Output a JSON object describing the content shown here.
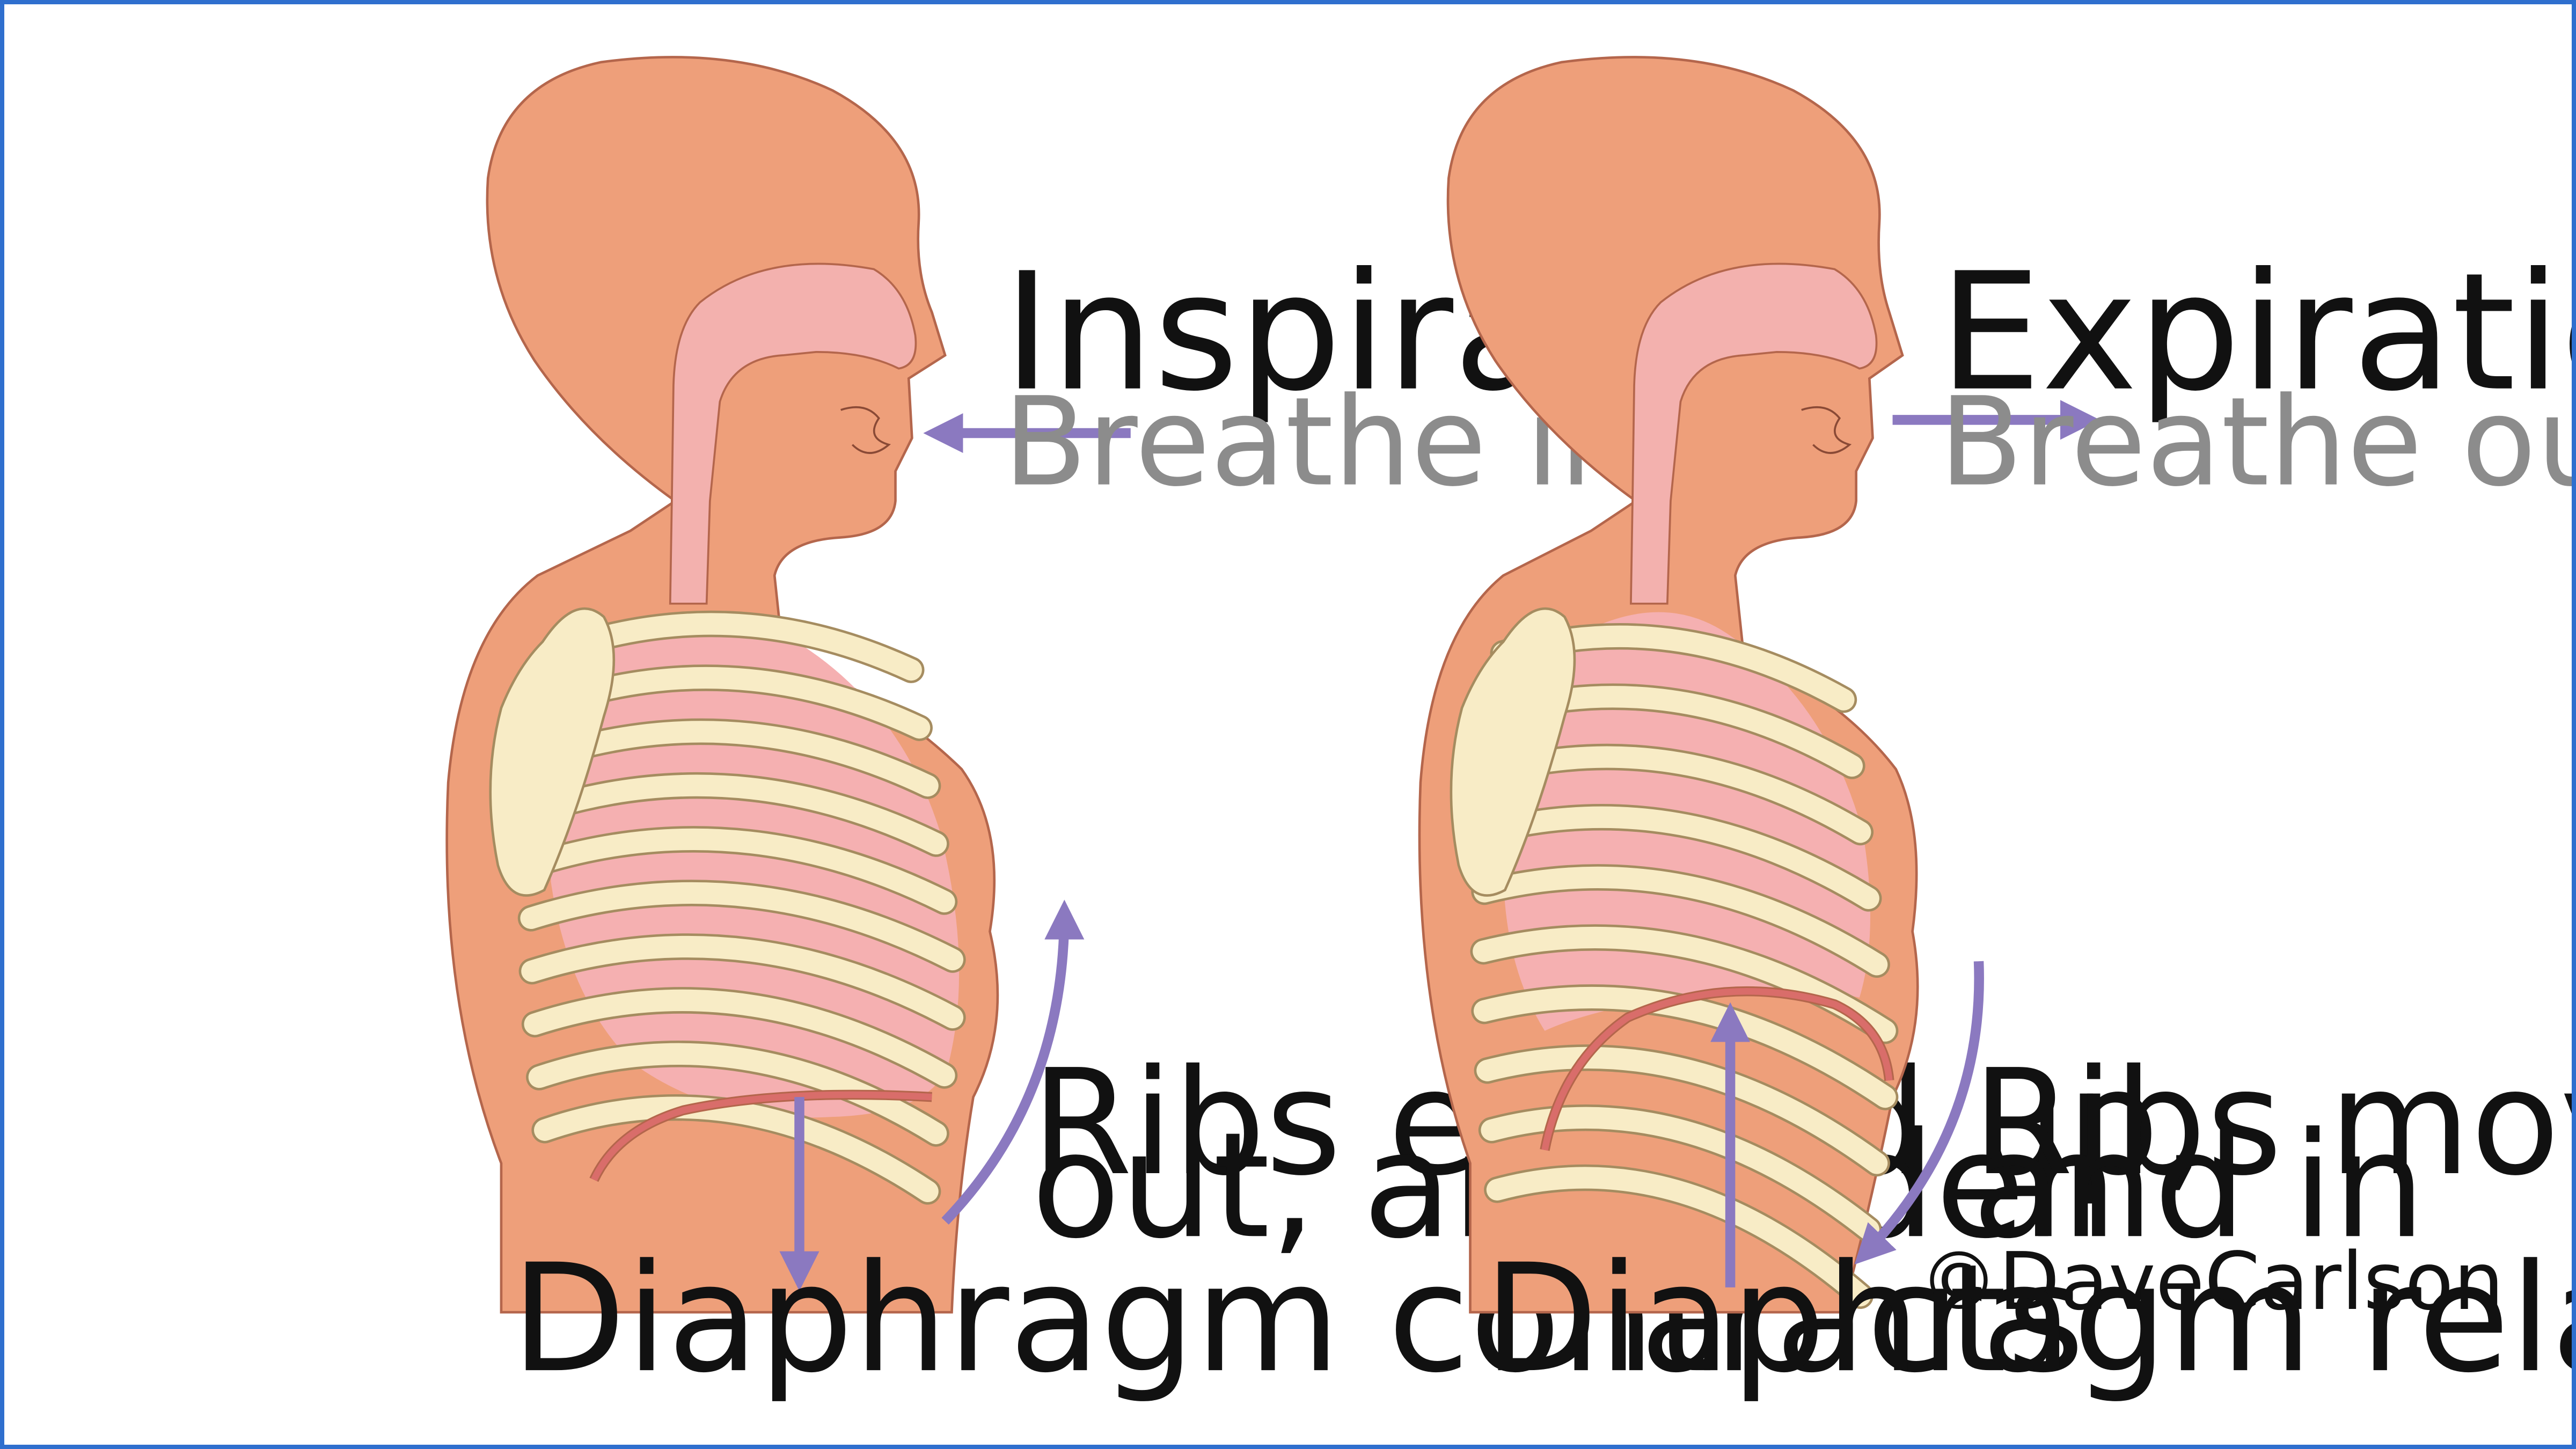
{
  "colors": {
    "frame": "#2f6fce",
    "skin": "#ee9f7a",
    "skin_outline": "#b4664c",
    "airway": "#f3b1ae",
    "lung": "#f5b0b1",
    "bone": "#f8ecc6",
    "bone_outline": "#a58c60",
    "diaphragm": "#d96d6a",
    "arrow": "#8b79c0",
    "subtext": "#8c8c8c"
  },
  "panels": [
    {
      "id": "inspiration",
      "title": "Inspiration",
      "subtitle": "Breathe in",
      "rib_note_lines": [
        "Ribs expand up,",
        "out, and widen"
      ],
      "caption": "Diaphragm contracts"
    },
    {
      "id": "expiration",
      "title": "Expiration",
      "subtitle": "Breathe out",
      "rib_note_lines": [
        "Ribs move down",
        "and in"
      ],
      "caption": "Diaphragm relaxes"
    }
  ],
  "credit": "©DaveCarlson"
}
